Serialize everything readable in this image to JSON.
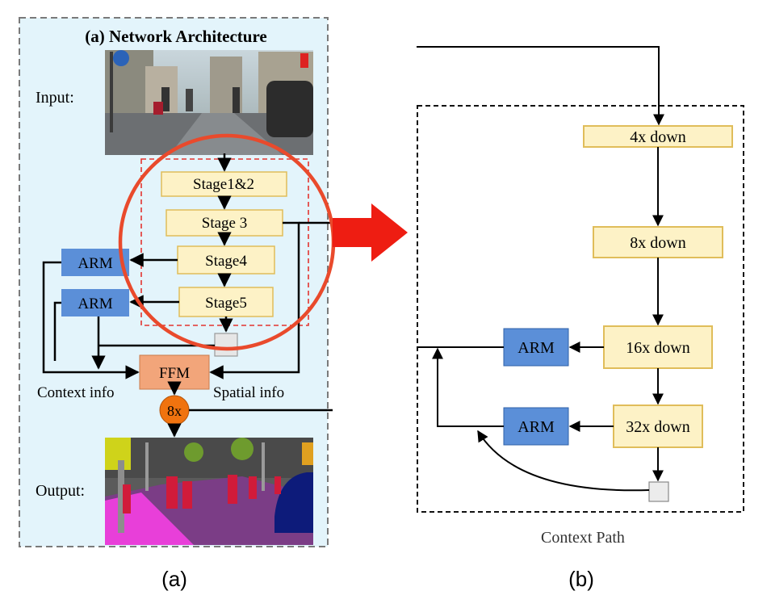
{
  "panel_a": {
    "title": "(a) Network Architecture",
    "input_label": "Input:",
    "output_label": "Output:",
    "stages": [
      "Stage1&2",
      "Stage 3",
      "Stage4",
      "Stage5"
    ],
    "arm_label": "ARM",
    "ffm_label": "FFM",
    "upsample_label": "8x",
    "context_info_label": "Context info",
    "spatial_info_label": "Spatial info",
    "caption": "(a)"
  },
  "panel_b": {
    "blocks": [
      "4x down",
      "8x down",
      "16x down",
      "32x down"
    ],
    "arm_label": "ARM",
    "title": "Context Path",
    "caption": "(b)"
  },
  "colors": {
    "panel_bg": "#e3f4fb",
    "stage_fill": "#fdf2c6",
    "stage_stroke": "#e0bd5a",
    "arm_fill": "#5b8fd8",
    "ffm_fill": "#f2a57a",
    "upsample_fill": "#f0730f",
    "highlight_red": "#e94a2c",
    "arrow_red": "#ee1d12"
  }
}
